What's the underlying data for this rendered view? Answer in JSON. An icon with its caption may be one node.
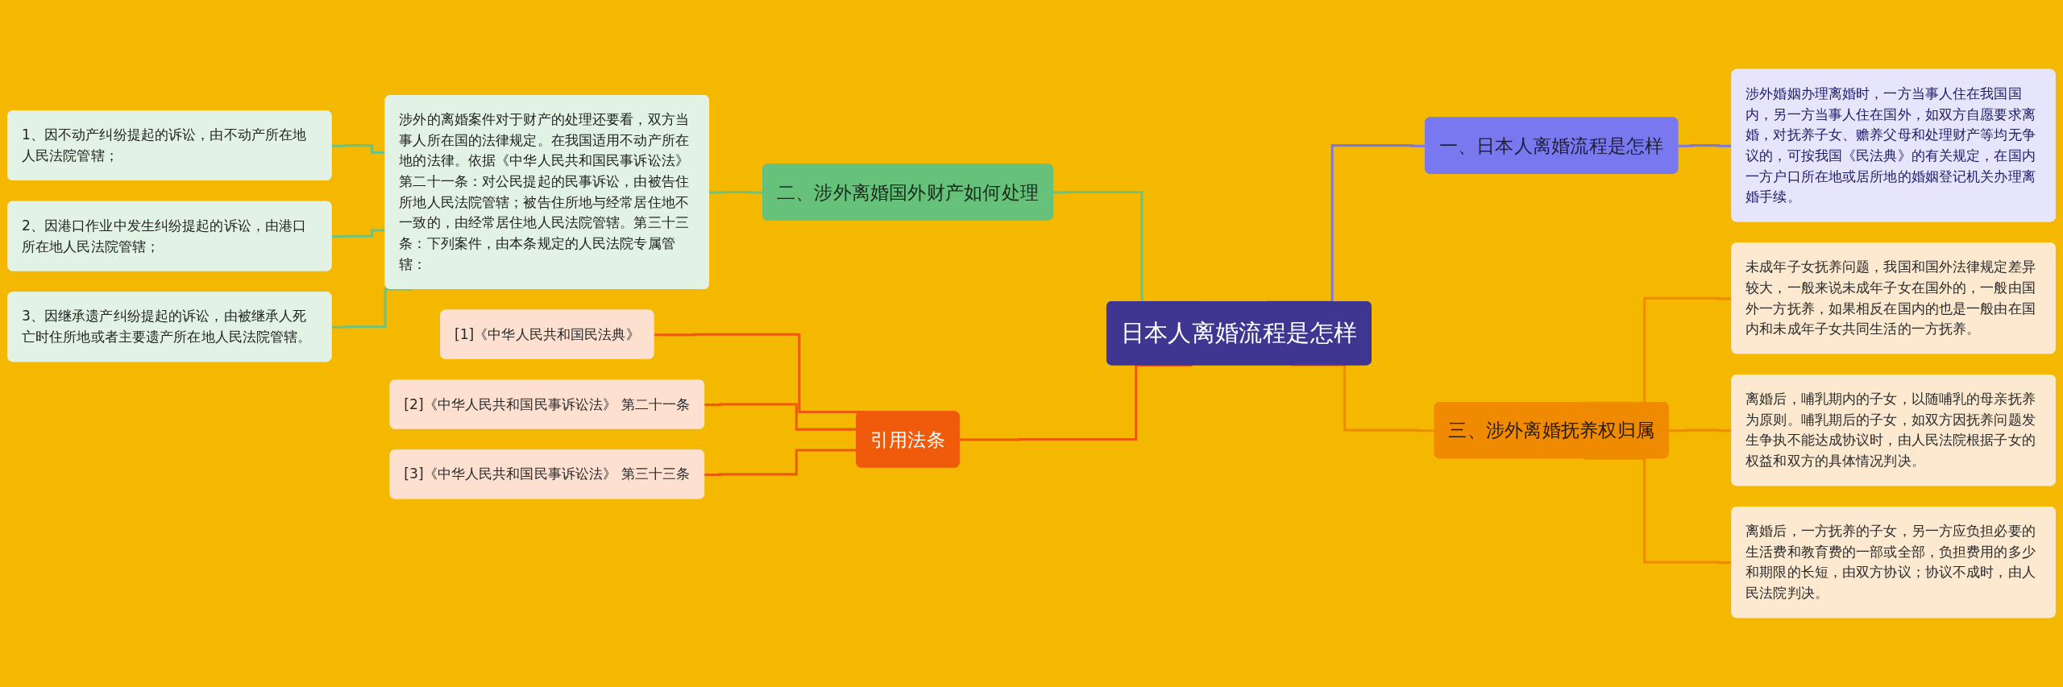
{
  "diagram": {
    "nodes": [
      {
        "text": [
          "日本人离婚流程是怎样"
        ]
      },
      {
        "text": [
          "一、日本人离婚流程是怎样"
        ]
      },
      {
        "text": [
          "涉外婚姻办理离婚时，一方当事人住在我国国内，另一方当事人住在国外，如双方自愿要求离婚，对抚养子女、赡养父母和处理财产等均无争议的，可按我国《民法典》的有关规定，在国内一方户口所在地或居所地的婚姻登记机关办理离婚手续。"
        ]
      },
      {
        "text": [
          "三、涉外离婚抚养权归属"
        ]
      },
      {
        "text": [
          "未成年子女抚养问题，我国和国外法律规定差异较大，一般来说未成年子女在国外的，一般由国外一方抚养，如果相反在国内的也是一般由在国内和未成年子女共同生活的一方抚养。"
        ]
      },
      {
        "text": [
          "离婚后，哺乳期内的子女，以随哺乳的母亲抚养为原则。哺乳期后的子女，如双方因抚养问题发生争执不能达成协议时，由人民法院根据子女的权益和双方的具体情况判决。"
        ]
      },
      {
        "text": [
          "离婚后，一方抚养的子女，另一方应负担必要的生活费和教育费的一部或全部，负担费用的多少和期限的长短，由双方协议；协议不成时，由人民法院判决。"
        ]
      },
      {
        "text": [
          "二、涉外离婚国外财产如何处理"
        ]
      },
      {
        "text": [
          "涉外的离婚案件对于财产的处理还要看，双方当事人所在国的法律规定。在我国适用不动产所在地的法律。依据《中华人民共和国民事诉讼法》第二十一条：对公民提起的民事诉讼，由被告住所地人民法院管辖；被告住所地与经常居住地不一致的，由经常居住地人民法院管辖。第三十三条：下列案件，由本条规定的人民法院专属管辖："
        ]
      },
      {
        "text": [
          "1、因不动产纠纷提起的诉讼，由不动产所在地人民法院管辖；"
        ]
      },
      {
        "text": [
          "2、因港口作业中发生纠纷提起的诉讼，由港口所在地人民法院管辖；"
        ]
      },
      {
        "text": [
          "3、因继承遗产纠纷提起的诉讼，由被继承人死亡时住所地或者主要遗产所在地人民法院管辖。"
        ]
      },
      {
        "text": [
          "引用法条"
        ]
      },
      {
        "text": [
          "[1]《中华人民共和国民法典》"
        ]
      },
      {
        "text": [
          "[2]《中华人民共和国民事诉讼法》 第二十一条"
        ]
      },
      {
        "text": [
          "[3]《中华人民共和国民事诉讼法》 第三十三条"
        ]
      }
    ],
    "edges": [
      {
        "from": 0,
        "to": 1,
        "arrow": "none",
        "color": "#7b78e6"
      },
      {
        "from": 1,
        "to": 2,
        "arrow": "none",
        "color": "#7b78e6"
      },
      {
        "from": 0,
        "to": 3,
        "arrow": "none",
        "color": "#f08a00"
      },
      {
        "from": 3,
        "to": 4,
        "arrow": "none",
        "color": "#f08a00"
      },
      {
        "from": 3,
        "to": 5,
        "arrow": "none",
        "color": "#f08a00"
      },
      {
        "from": 3,
        "to": 6,
        "arrow": "none",
        "color": "#f08a00"
      },
      {
        "from": 7,
        "to": 0,
        "arrow": "none",
        "color": "#6cc27e"
      },
      {
        "from": 8,
        "to": 7,
        "arrow": "none",
        "color": "#6cc27e"
      },
      {
        "from": 9,
        "to": 8,
        "arrow": "none",
        "color": "#6cc27e"
      },
      {
        "from": 10,
        "to": 8,
        "arrow": "none",
        "color": "#6cc27e"
      },
      {
        "from": 11,
        "to": 8,
        "arrow": "none",
        "color": "#6cc27e"
      },
      {
        "from": 12,
        "to": 0,
        "arrow": "none",
        "color": "#ee5a0c"
      },
      {
        "from": 13,
        "to": 12,
        "arrow": "none",
        "color": "#ee5a0c"
      },
      {
        "from": 14,
        "to": 12,
        "arrow": "none",
        "color": "#ee5a0c"
      },
      {
        "from": 15,
        "to": 12,
        "arrow": "none",
        "color": "#ee5a0c"
      }
    ]
  }
}
